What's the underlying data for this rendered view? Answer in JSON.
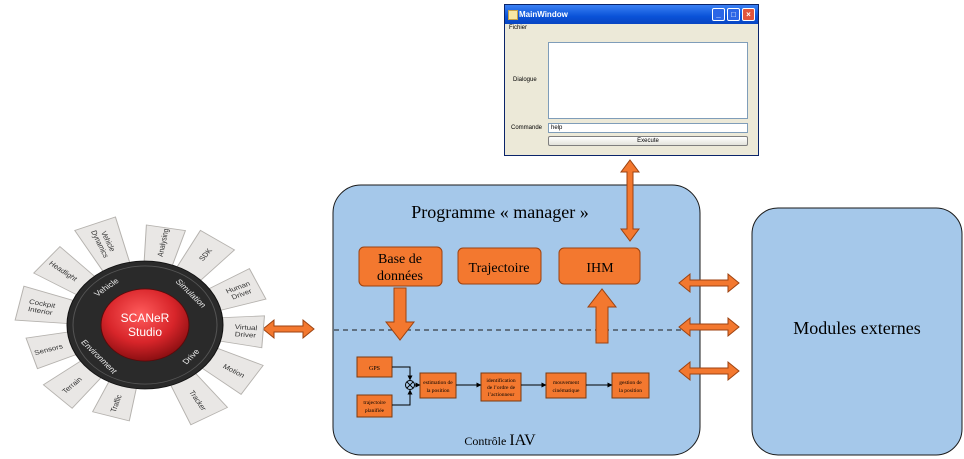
{
  "window": {
    "title": "MainWindow",
    "menu_fichier": "Fichier",
    "dialogue_label": "Dialogue",
    "commande_label": "Commande",
    "command_value": "help",
    "execute_button": "Execute"
  },
  "manager": {
    "title": "Programme « manager »",
    "base_donnees_line1": "Base de",
    "base_donnees_line2": "données",
    "trajectoire": "Trajectoire",
    "ihm": "IHM"
  },
  "control": {
    "title_prefix": "Contrôle ",
    "title_main": "IAV",
    "gps": "GPS",
    "trajectoire_planifiee_line1": "trajectoire",
    "trajectoire_planifiee_line2": "planifiée",
    "estimation_line1": "estimation de",
    "estimation_line2": "la position",
    "identification_line1": "identification",
    "identification_line2": "de l’ordre de",
    "identification_line3": "l’actionneur",
    "mouvement_line1": "mouvement",
    "mouvement_line2": "cinématique",
    "gestion_line1": "gestion de",
    "gestion_line2": "la position",
    "sum_symbol": "⊗"
  },
  "modules_externes": "Modules externes",
  "wheel": {
    "center_line1": "SCANeR",
    "center_line2": "Studio",
    "ring": [
      "Vehicle",
      "Simulation",
      "Drive",
      "Environment"
    ],
    "outer": [
      "Vehicle Dynamics",
      "Headlight",
      "Cockpit Interior",
      "Sensors",
      "Terrain",
      "Traffic",
      "Tracker",
      "Motion",
      "Virtual Driver",
      "Human Driver",
      "SDK",
      "Analysing"
    ]
  },
  "colors": {
    "panel_blue": "#a5c8ea",
    "panel_border": "#1a1a1a",
    "orange": "#f3782f",
    "orange_border": "#9c4210",
    "wheel_red": "#d8252a",
    "wheel_dark": "#2a2a2a",
    "tab_gray": "#e9e7e5"
  }
}
